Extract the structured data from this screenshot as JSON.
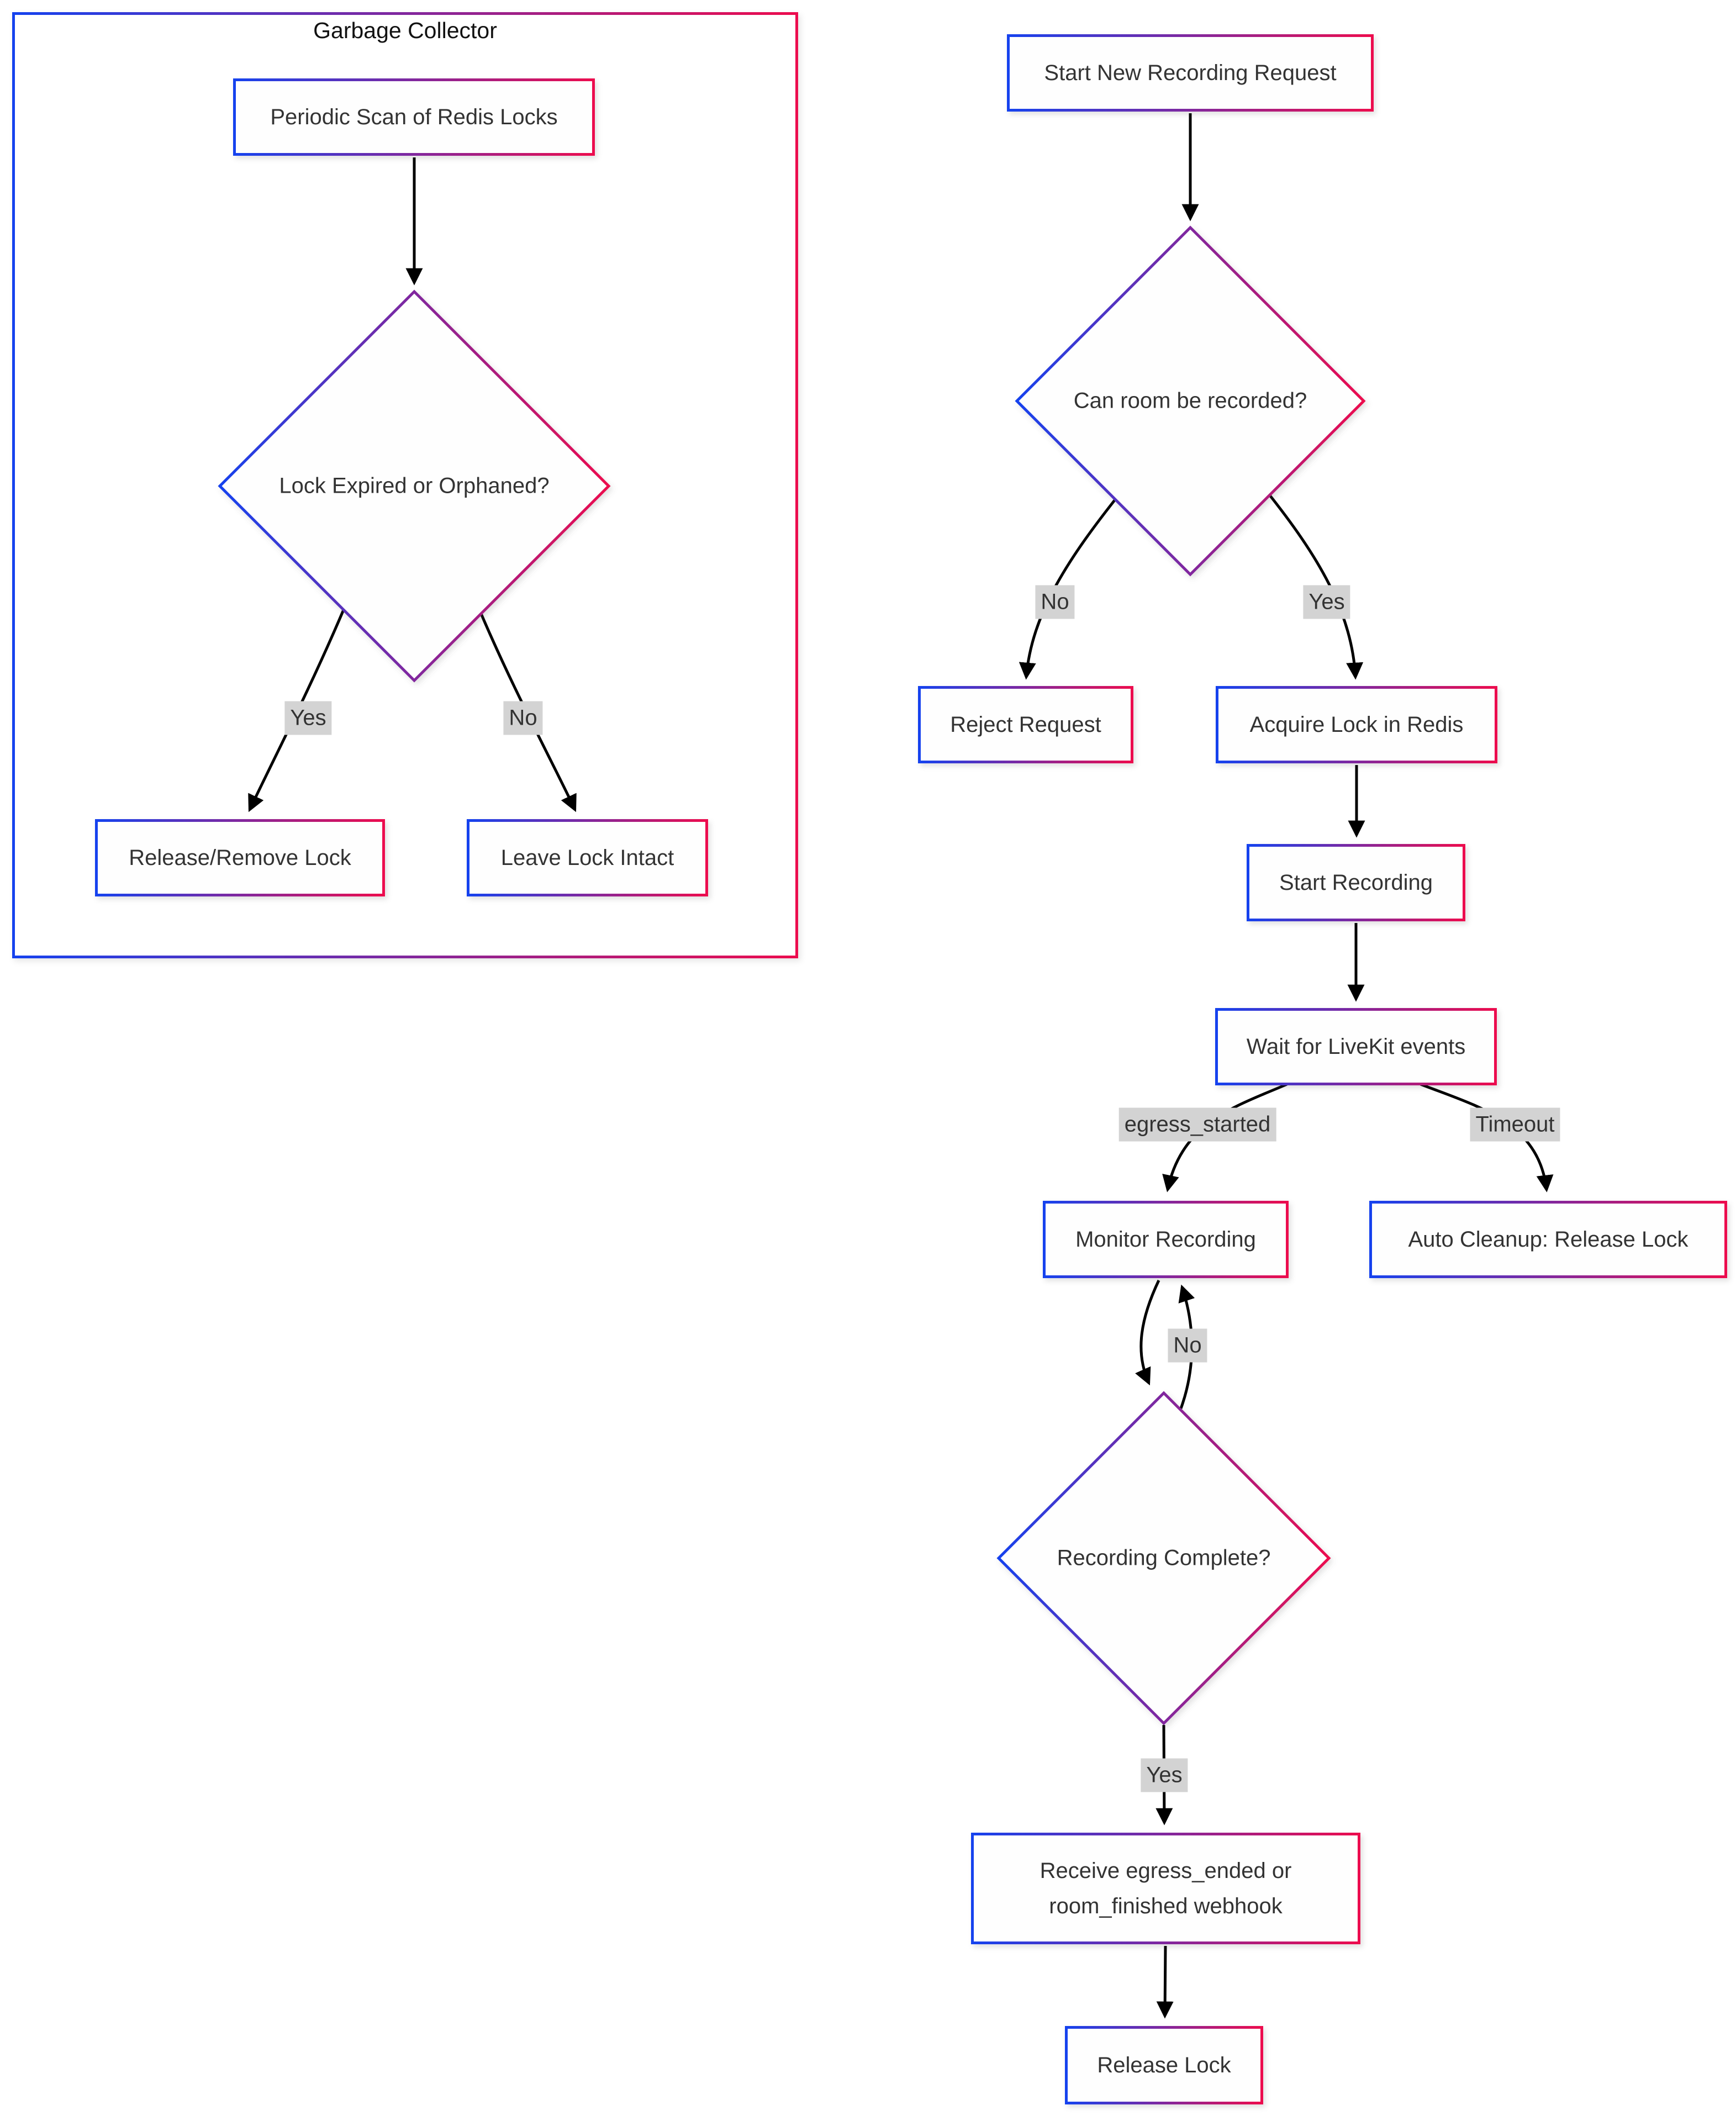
{
  "colors": {
    "gradient_start": "#1642ee",
    "gradient_end": "#ec0c4e",
    "edge": "#000000",
    "label_bg": "#d3d3d3",
    "text": "#333333",
    "node_bg": "#fefefe",
    "page_bg": "#ffffff"
  },
  "subgraph": {
    "title": "Garbage Collector"
  },
  "nodes": {
    "periodic_scan": {
      "label": "Periodic Scan of Redis Locks"
    },
    "lock_expired": {
      "label": "Lock Expired or Orphaned?"
    },
    "release_remove": {
      "label": "Release/Remove Lock"
    },
    "leave_intact": {
      "label": "Leave Lock Intact"
    },
    "start_request": {
      "label": "Start New Recording Request"
    },
    "can_record": {
      "label": "Can room be recorded?"
    },
    "reject_request": {
      "label": "Reject Request"
    },
    "acquire_lock": {
      "label": "Acquire Lock in Redis"
    },
    "start_recording": {
      "label": "Start Recording"
    },
    "wait_events": {
      "label": "Wait for LiveKit events"
    },
    "monitor_recording": {
      "label": "Monitor Recording"
    },
    "auto_cleanup": {
      "label": "Auto Cleanup: Release Lock"
    },
    "recording_complete": {
      "label": "Recording Complete?"
    },
    "receive_webhook": {
      "label": "Receive egress_ended or room_finished webhook"
    },
    "release_lock": {
      "label": "Release Lock"
    }
  },
  "edge_labels": {
    "gc_yes": "Yes",
    "gc_no": "No",
    "room_no": "No",
    "room_yes": "Yes",
    "egress_started": "egress_started",
    "timeout": "Timeout",
    "loop_no": "No",
    "complete_yes": "Yes"
  }
}
